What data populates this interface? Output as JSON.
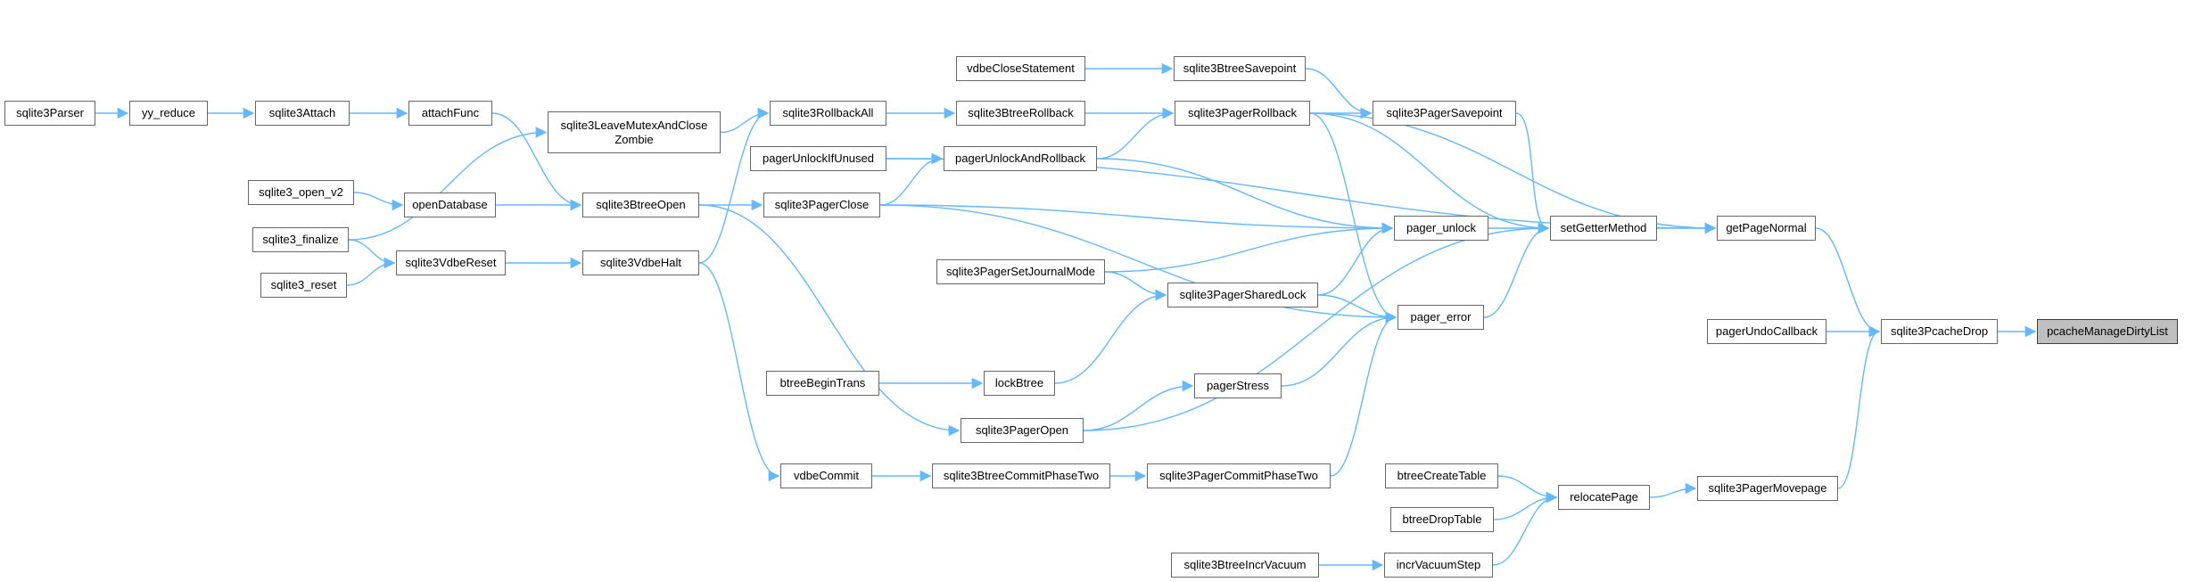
{
  "colors": {
    "edge": "#63b8ff",
    "node_border": "#666666",
    "node_fill": "#ffffff",
    "focus_fill": "#bfbfbf"
  },
  "focus": "pcacheManageDirtyList",
  "nodes": [
    {
      "id": "pcacheManageDirtyList",
      "label": "pcacheManageDirtyList"
    },
    {
      "id": "sqlite3PcacheDrop",
      "label": "sqlite3PcacheDrop"
    },
    {
      "id": "pagerUndoCallback",
      "label": "pagerUndoCallback"
    },
    {
      "id": "getPageNormal",
      "label": "getPageNormal"
    },
    {
      "id": "sqlite3PagerMovepage",
      "label": "sqlite3PagerMovepage"
    },
    {
      "id": "setGetterMethod",
      "label": "setGetterMethod"
    },
    {
      "id": "relocatePage",
      "label": "relocatePage"
    },
    {
      "id": "btreeCreateTable",
      "label": "btreeCreateTable"
    },
    {
      "id": "btreeDropTable",
      "label": "btreeDropTable"
    },
    {
      "id": "incrVacuumStep",
      "label": "incrVacuumStep"
    },
    {
      "id": "sqlite3BtreeIncrVacuum",
      "label": "sqlite3BtreeIncrVacuum"
    },
    {
      "id": "pager_unlock",
      "label": "pager_unlock"
    },
    {
      "id": "pager_error",
      "label": "pager_error"
    },
    {
      "id": "sqlite3PagerSavepoint",
      "label": "sqlite3PagerSavepoint"
    },
    {
      "id": "sqlite3PagerRollback",
      "label": "sqlite3PagerRollback"
    },
    {
      "id": "sqlite3BtreeSavepoint",
      "label": "sqlite3BtreeSavepoint"
    },
    {
      "id": "vdbeCloseStatement",
      "label": "vdbeCloseStatement"
    },
    {
      "id": "sqlite3BtreeRollback",
      "label": "sqlite3BtreeRollback"
    },
    {
      "id": "sqlite3RollbackAll",
      "label": "sqlite3RollbackAll"
    },
    {
      "id": "pagerUnlockIfUnused",
      "label": "pagerUnlockIfUnused"
    },
    {
      "id": "pagerUnlockAndRollback",
      "label": "pagerUnlockAndRollback"
    },
    {
      "id": "sqlite3PagerClose",
      "label": "sqlite3PagerClose"
    },
    {
      "id": "sqlite3PagerSetJournalMode",
      "label": "sqlite3PagerSetJournalMode"
    },
    {
      "id": "sqlite3PagerSharedLock",
      "label": "sqlite3PagerSharedLock"
    },
    {
      "id": "lockBtree",
      "label": "lockBtree"
    },
    {
      "id": "btreeBeginTrans",
      "label": "btreeBeginTrans"
    },
    {
      "id": "pagerStress",
      "label": "pagerStress"
    },
    {
      "id": "sqlite3PagerOpen",
      "label": "sqlite3PagerOpen"
    },
    {
      "id": "sqlite3PagerCommitPhaseTwo",
      "label": "sqlite3PagerCommitPhaseTwo"
    },
    {
      "id": "sqlite3BtreeCommitPhaseTwo",
      "label": "sqlite3BtreeCommitPhaseTwo"
    },
    {
      "id": "vdbeCommit",
      "label": "vdbeCommit"
    },
    {
      "id": "sqlite3VdbeHalt",
      "label": "sqlite3VdbeHalt"
    },
    {
      "id": "sqlite3BtreeOpen",
      "label": "sqlite3BtreeOpen"
    },
    {
      "id": "sqlite3LeaveMutexAndCloseZombie",
      "label": "sqlite3LeaveMutexAndClose\nZombie"
    },
    {
      "id": "attachFunc",
      "label": "attachFunc"
    },
    {
      "id": "sqlite3Attach",
      "label": "sqlite3Attach"
    },
    {
      "id": "yy_reduce",
      "label": "yy_reduce"
    },
    {
      "id": "sqlite3Parser",
      "label": "sqlite3Parser"
    },
    {
      "id": "openDatabase",
      "label": "openDatabase"
    },
    {
      "id": "sqlite3_open_v2",
      "label": "sqlite3_open_v2"
    },
    {
      "id": "sqlite3_finalize",
      "label": "sqlite3_finalize"
    },
    {
      "id": "sqlite3VdbeReset",
      "label": "sqlite3VdbeReset"
    },
    {
      "id": "sqlite3_reset",
      "label": "sqlite3_reset"
    }
  ],
  "edges": [
    [
      "sqlite3PcacheDrop",
      "pcacheManageDirtyList"
    ],
    [
      "pagerUndoCallback",
      "sqlite3PcacheDrop"
    ],
    [
      "getPageNormal",
      "sqlite3PcacheDrop"
    ],
    [
      "sqlite3PagerMovepage",
      "sqlite3PcacheDrop"
    ],
    [
      "setGetterMethod",
      "getPageNormal"
    ],
    [
      "sqlite3PagerRollback",
      "getPageNormal"
    ],
    [
      "pagerUnlockIfUnused",
      "getPageNormal"
    ],
    [
      "relocatePage",
      "sqlite3PagerMovepage"
    ],
    [
      "btreeCreateTable",
      "relocatePage"
    ],
    [
      "btreeDropTable",
      "relocatePage"
    ],
    [
      "incrVacuumStep",
      "relocatePage"
    ],
    [
      "sqlite3BtreeIncrVacuum",
      "incrVacuumStep"
    ],
    [
      "pager_unlock",
      "setGetterMethod"
    ],
    [
      "pager_error",
      "setGetterMethod"
    ],
    [
      "sqlite3PagerSavepoint",
      "setGetterMethod"
    ],
    [
      "sqlite3PagerRollback",
      "setGetterMethod"
    ],
    [
      "sqlite3PagerOpen",
      "setGetterMethod"
    ],
    [
      "sqlite3BtreeSavepoint",
      "sqlite3PagerSavepoint"
    ],
    [
      "sqlite3PagerRollback",
      "sqlite3PagerSavepoint"
    ],
    [
      "vdbeCloseStatement",
      "sqlite3BtreeSavepoint"
    ],
    [
      "sqlite3BtreeRollback",
      "sqlite3PagerRollback"
    ],
    [
      "pagerUnlockAndRollback",
      "sqlite3PagerRollback"
    ],
    [
      "sqlite3PagerRollback",
      "pager_error"
    ],
    [
      "sqlite3RollbackAll",
      "sqlite3BtreeRollback"
    ],
    [
      "sqlite3LeaveMutexAndCloseZombie",
      "sqlite3RollbackAll"
    ],
    [
      "sqlite3VdbeHalt",
      "sqlite3RollbackAll"
    ],
    [
      "pagerUnlockIfUnused",
      "pagerUnlockAndRollback"
    ],
    [
      "sqlite3PagerClose",
      "pagerUnlockAndRollback"
    ],
    [
      "pagerUnlockAndRollback",
      "pager_unlock"
    ],
    [
      "sqlite3PagerClose",
      "pager_unlock"
    ],
    [
      "sqlite3PagerSetJournalMode",
      "pager_unlock"
    ],
    [
      "sqlite3PagerSharedLock",
      "pager_unlock"
    ],
    [
      "sqlite3PagerClose",
      "pager_error"
    ],
    [
      "sqlite3PagerSharedLock",
      "pager_error"
    ],
    [
      "pagerStress",
      "pager_error"
    ],
    [
      "sqlite3PagerCommitPhaseTwo",
      "pager_error"
    ],
    [
      "sqlite3PagerSetJournalMode",
      "sqlite3PagerSharedLock"
    ],
    [
      "lockBtree",
      "sqlite3PagerSharedLock"
    ],
    [
      "btreeBeginTrans",
      "lockBtree"
    ],
    [
      "sqlite3PagerOpen",
      "pagerStress"
    ],
    [
      "sqlite3BtreeOpen",
      "sqlite3PagerClose"
    ],
    [
      "sqlite3BtreeOpen",
      "sqlite3PagerOpen"
    ],
    [
      "sqlite3BtreeCommitPhaseTwo",
      "sqlite3PagerCommitPhaseTwo"
    ],
    [
      "vdbeCommit",
      "sqlite3BtreeCommitPhaseTwo"
    ],
    [
      "sqlite3VdbeHalt",
      "vdbeCommit"
    ],
    [
      "sqlite3VdbeReset",
      "sqlite3VdbeHalt"
    ],
    [
      "sqlite3_finalize",
      "sqlite3VdbeReset"
    ],
    [
      "sqlite3_reset",
      "sqlite3VdbeReset"
    ],
    [
      "sqlite3_finalize",
      "sqlite3LeaveMutexAndCloseZombie"
    ],
    [
      "attachFunc",
      "sqlite3BtreeOpen"
    ],
    [
      "openDatabase",
      "sqlite3BtreeOpen"
    ],
    [
      "sqlite3_open_v2",
      "openDatabase"
    ],
    [
      "sqlite3Attach",
      "attachFunc"
    ],
    [
      "yy_reduce",
      "sqlite3Attach"
    ],
    [
      "sqlite3Parser",
      "yy_reduce"
    ]
  ]
}
